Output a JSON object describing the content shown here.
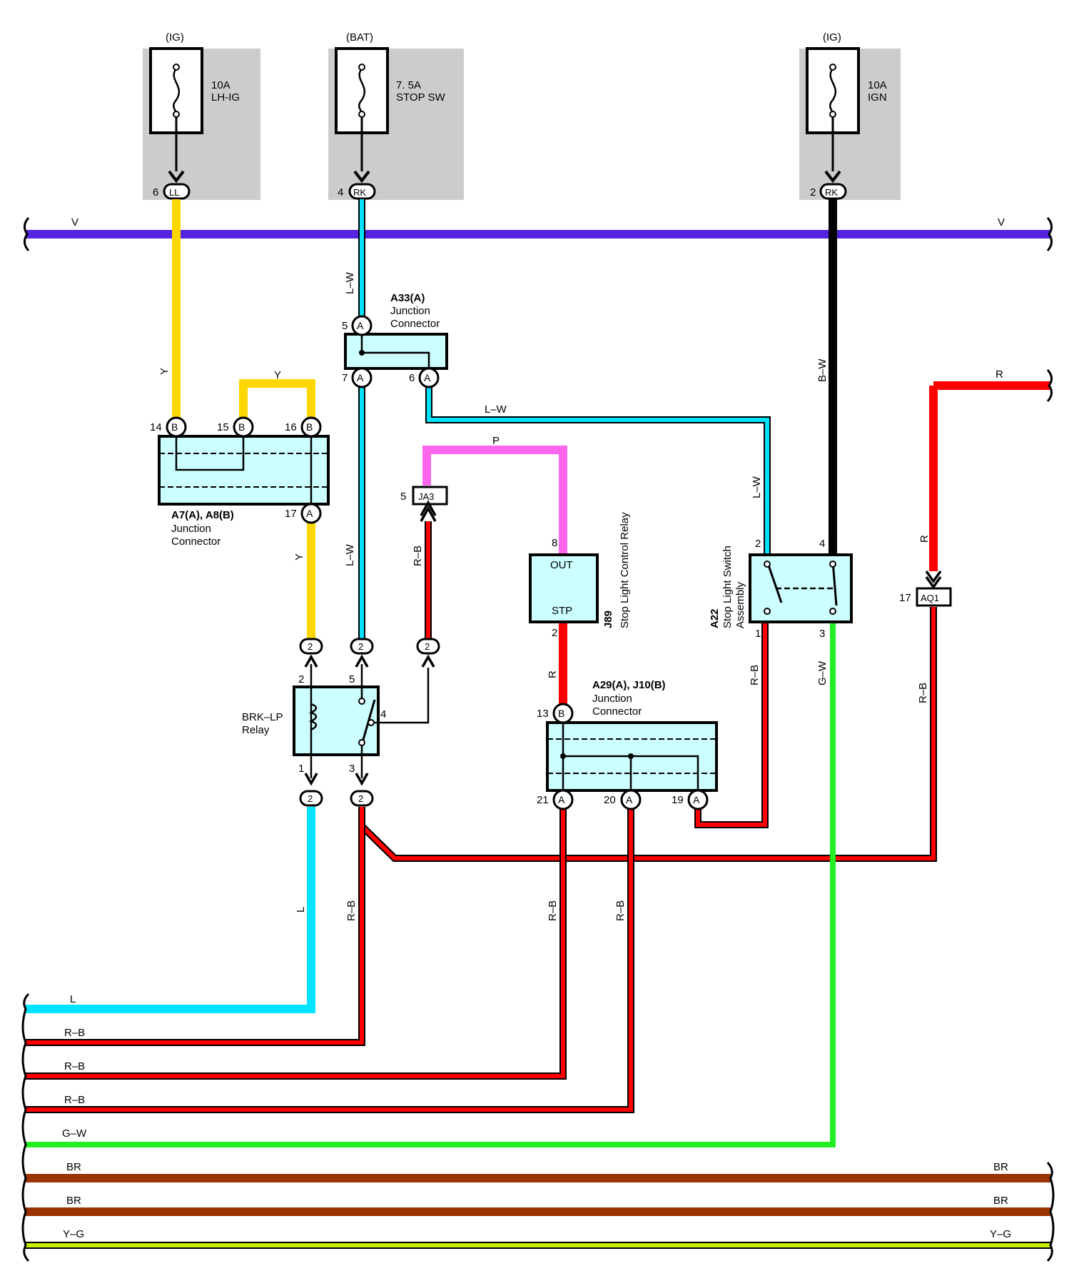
{
  "fuses": [
    {
      "id": "f-lhig",
      "supply": "(IG)",
      "rating": "10A",
      "name": "LH-IG",
      "pin": "6",
      "connector": "LL"
    },
    {
      "id": "f-stopsw",
      "supply": "(BAT)",
      "rating": "7. 5A",
      "name": "STOP SW",
      "pin": "4",
      "connector": "RK"
    },
    {
      "id": "f-ign",
      "supply": "(IG)",
      "rating": "10A",
      "name": "IGN",
      "pin": "2",
      "connector": "RK"
    }
  ],
  "colors": {
    "V": "#5522dd",
    "Y": "#ffd700",
    "LW": "#00e0ff",
    "BW": "#000000",
    "R": "#ff0000",
    "RB": "#ff0000",
    "P": "#ff66ee",
    "L": "#00e5ff",
    "GW": "#22ee22",
    "BR": "#993300",
    "YG": "#ccee00",
    "box": "#ccffff",
    "fusebg": "#cccccc"
  },
  "wire_labels": {
    "v_left": "V",
    "v_right": "V",
    "lw_top": "L–W",
    "lw_mid": "L–W",
    "lw_right": "L–W",
    "lw_lower": "L–W",
    "bw": "B–W",
    "r_top": "R",
    "r_right": "R",
    "r_mid": "R",
    "y_left": "Y",
    "y_top": "Y",
    "y_lower": "Y",
    "p": "P",
    "rb_ja3": "R–B",
    "rb_a22": "R–B",
    "rb_aq1": "R–B",
    "gw_a22": "G–W",
    "l_vert": "L",
    "rb_v1": "R–B",
    "rb_v2": "R–B",
    "rb_v3": "R–B"
  },
  "bottom_wires": [
    {
      "id": "bw-l",
      "label": "L",
      "color": "#00e5ff"
    },
    {
      "id": "bw-rb1",
      "label": "R–B",
      "color": "#ff0000"
    },
    {
      "id": "bw-rb2",
      "label": "R–B",
      "color": "#ff0000"
    },
    {
      "id": "bw-rb3",
      "label": "R–B",
      "color": "#ff0000"
    },
    {
      "id": "bw-gw",
      "label": "G–W",
      "color": "#22ee22"
    },
    {
      "id": "bw-br1",
      "label": "BR",
      "right_label": "BR",
      "color": "#993300"
    },
    {
      "id": "bw-br2",
      "label": "BR",
      "right_label": "BR",
      "color": "#993300"
    },
    {
      "id": "bw-yg",
      "label": "Y–G",
      "right_label": "Y–G",
      "color": "#ccee00"
    }
  ],
  "components": {
    "a33": {
      "code": "A33(A)",
      "line1": "Junction",
      "line2": "Connector",
      "pin_a": "A",
      "pin5": "5",
      "pin7": "7",
      "pin6": "6"
    },
    "a7a8": {
      "code": "A7(A), A8(B)",
      "line1": "Junction",
      "line2": "Connector",
      "pin_a": "A",
      "pin_b": "B",
      "pin14": "14",
      "pin15": "15",
      "pin16": "16",
      "pin17": "17"
    },
    "ja3": {
      "code": "JA3",
      "pin": "5"
    },
    "j89": {
      "code": "J89",
      "name": "Stop Light Control Relay",
      "out": "OUT",
      "stp": "STP",
      "pin8": "8",
      "pin2": "2"
    },
    "a22": {
      "code": "A22",
      "name1": "Stop Light Switch",
      "name2": "Assembly",
      "pin1": "1",
      "pin2": "2",
      "pin3": "3",
      "pin4": "4"
    },
    "aq1": {
      "code": "AQ1",
      "pin": "17"
    },
    "brk": {
      "name1": "BRK–LP",
      "name2": "Relay",
      "pin1": "1",
      "pin2": "2",
      "pin3": "3",
      "pin4": "4",
      "pin5": "5",
      "cx": "2"
    },
    "a29": {
      "code": "A29(A), J10(B)",
      "line1": "Junction",
      "line2": "Connector",
      "pin_a": "A",
      "pin_b": "B",
      "pin13": "13",
      "pin19": "19",
      "pin20": "20",
      "pin21": "21"
    }
  }
}
